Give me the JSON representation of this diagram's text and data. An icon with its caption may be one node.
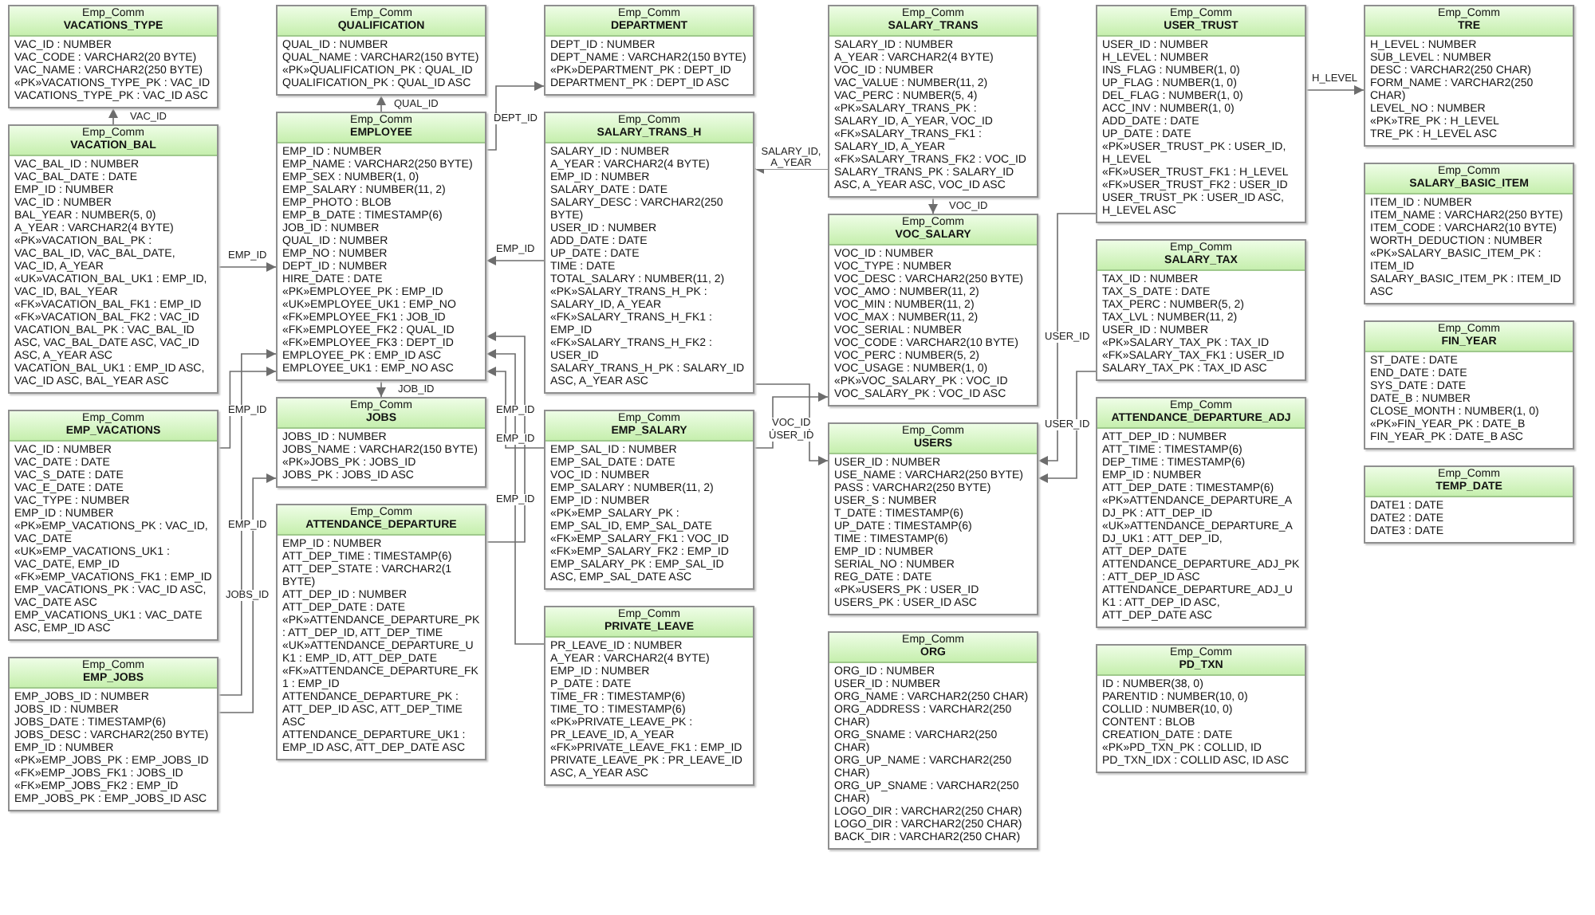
{
  "diagram": {
    "nodes": [
      {
        "text": [
          "Emp_Comm",
          "EMPLOYEE",
          "EMP_ID : NUMBER",
          "EMP_NAME : VARCHAR2(250 BYTE)",
          "EMP_SEX : NUMBER(1, 0)",
          "EMP_SALARY : NUMBER(11, 2)",
          "EMP_PHOTO : BLOB",
          "EMP_B_DATE : TIMESTAMP(6)",
          "JOB_ID : NUMBER",
          "QUAL_ID : NUMBER",
          "EMP_NO : NUMBER",
          "DEPT_ID : NUMBER",
          "HIRE_DATE : DATE",
          "«PK»EMPLOYEE_PK : EMP_ID",
          "«UK»EMPLOYEE_UK1 : EMP_NO",
          "«FK»EMPLOYEE_FK1 : JOB_ID",
          "«FK»EMPLOYEE_FK2 : QUAL_ID",
          "«FK»EMPLOYEE_FK3 : DEPT_ID",
          "EMPLOYEE_PK : EMP_ID ASC",
          "EMPLOYEE_UK1 : EMP_NO ASC"
        ]
      },
      {
        "text": [
          "Emp_Comm",
          "QUALIFICATION",
          "QUAL_ID : NUMBER",
          "QUAL_NAME : VARCHAR2(150 BYTE)",
          "«PK»QUALIFICATION_PK : QUAL_ID",
          "QUALIFICATION_PK : QUAL_ID ASC"
        ]
      },
      {
        "text": [
          "Emp_Comm",
          "EMP_VACATIONS",
          "VAC_ID : NUMBER",
          "VAC_DATE : DATE",
          "VAC_S_DATE : DATE",
          "VAC_E_DATE : DATE",
          "VAC_TYPE : NUMBER",
          "EMP_ID : NUMBER",
          "«PK»EMP_VACATIONS_PK : VAC_ID, VAC_DATE",
          "«UK»EMP_VACATIONS_UK1 : VAC_DATE, EMP_ID",
          "«FK»EMP_VACATIONS_FK1 : EMP_ID",
          "EMP_VACATIONS_PK : VAC_ID ASC, VAC_DATE ASC",
          "EMP_VACATIONS_UK1 : VAC_DATE ASC, EMP_ID ASC"
        ]
      },
      {
        "text": [
          "Emp_Comm",
          "JOBS",
          "JOBS_ID : NUMBER",
          "JOBS_NAME : VARCHAR2(150 BYTE)",
          "«PK»JOBS_PK : JOBS_ID",
          "JOBS_PK : JOBS_ID ASC"
        ]
      },
      {
        "text": [
          "Emp_Comm",
          "DEPARTMENT",
          "DEPT_ID : NUMBER",
          "DEPT_NAME : VARCHAR2(150 BYTE)",
          "«PK»DEPARTMENT_PK : DEPT_ID",
          "DEPARTMENT_PK : DEPT_ID ASC"
        ]
      },
      {
        "text": [
          "Emp_Comm",
          "VACATIONS_TYPE",
          "VAC_ID : NUMBER",
          "VAC_CODE : VARCHAR2(20 BYTE)",
          "VAC_NAME : VARCHAR2(250 BYTE)",
          "«PK»VACATIONS_TYPE_PK : VAC_ID",
          "VACATIONS_TYPE_PK : VAC_ID ASC"
        ]
      },
      {
        "text": [
          "Emp_Comm",
          "VOC_SALARY",
          "VOC_ID : NUMBER",
          "VOC_TYPE : NUMBER",
          "VOC_DESC : VARCHAR2(250 BYTE)",
          "VOC_AMO : NUMBER(11, 2)",
          "VOC_MIN : NUMBER(11, 2)",
          "VOC_MAX : NUMBER(11, 2)",
          "VOC_SERIAL : NUMBER",
          "VOC_CODE : VARCHAR2(10 BYTE)",
          "VOC_PERC : NUMBER(5, 2)",
          "VOC_USAGE : NUMBER(1, 0)",
          "«PK»VOC_SALARY_PK : VOC_ID",
          "VOC_SALARY_PK : VOC_ID ASC"
        ]
      },
      {
        "text": [
          "Emp_Comm",
          "EMP_SALARY",
          "EMP_SAL_ID : NUMBER",
          "EMP_SAL_DATE : DATE",
          "VOC_ID : NUMBER",
          "EMP_SALARY : NUMBER(11, 2)",
          "EMP_ID : NUMBER",
          "«PK»EMP_SALARY_PK : EMP_SAL_ID, EMP_SAL_DATE",
          "«FK»EMP_SALARY_FK1 : VOC_ID",
          "«FK»EMP_SALARY_FK2 : EMP_ID",
          "EMP_SALARY_PK : EMP_SAL_ID ASC, EMP_SAL_DATE ASC"
        ]
      },
      {
        "text": [
          "Emp_Comm",
          "EMP_JOBS",
          "EMP_JOBS_ID : NUMBER",
          "JOBS_ID : NUMBER",
          "JOBS_DATE : TIMESTAMP(6)",
          "JOBS_DESC : VARCHAR2(250 BYTE)",
          "EMP_ID : NUMBER",
          "«PK»EMP_JOBS_PK : EMP_JOBS_ID",
          "«FK»EMP_JOBS_FK1 : JOBS_ID",
          "«FK»EMP_JOBS_FK2 : EMP_ID",
          "EMP_JOBS_PK : EMP_JOBS_ID ASC"
        ]
      },
      {
        "text": [
          "Emp_Comm",
          "SALARY_TRANS",
          "SALARY_ID : NUMBER",
          "A_YEAR : VARCHAR2(4 BYTE)",
          "VOC_ID : NUMBER",
          "VAC_VALUE : NUMBER(11, 2)",
          "VAC_PERC : NUMBER(5, 4)",
          "«PK»SALARY_TRANS_PK : SALARY_ID, A_YEAR, VOC_ID",
          "«FK»SALARY_TRANS_FK1 : SALARY_ID, A_YEAR",
          "«FK»SALARY_TRANS_FK2 : VOC_ID",
          "SALARY_TRANS_PK : SALARY_ID ASC, A_YEAR ASC, VOC_ID ASC"
        ]
      },
      {
        "text": [
          "Emp_Comm",
          "VACATION_BAL",
          "VAC_BAL_ID : NUMBER",
          "VAC_BAL_DATE : DATE",
          "EMP_ID : NUMBER",
          "VAC_ID : NUMBER",
          "BAL_YEAR : NUMBER(5, 0)",
          "A_YEAR : VARCHAR2(4 BYTE)",
          "«PK»VACATION_BAL_PK : VAC_BAL_ID, VAC_BAL_DATE, VAC_ID, A_YEAR",
          "«UK»VACATION_BAL_UK1 : EMP_ID, VAC_ID, BAL_YEAR",
          "«FK»VACATION_BAL_FK1 : EMP_ID",
          "«FK»VACATION_BAL_FK2 : VAC_ID",
          "VACATION_BAL_PK : VAC_BAL_ID ASC, VAC_BAL_DATE ASC, VAC_ID ASC, A_YEAR ASC",
          "VACATION_BAL_UK1 : EMP_ID ASC, VAC_ID ASC, BAL_YEAR ASC"
        ]
      },
      {
        "text": [
          "Emp_Comm",
          "PRIVATE_LEAVE",
          "PR_LEAVE_ID : NUMBER",
          "A_YEAR : VARCHAR2(4 BYTE)",
          "EMP_ID : NUMBER",
          "P_DATE : DATE",
          "TIME_FR : TIMESTAMP(6)",
          "TIME_TO : TIMESTAMP(6)",
          "«PK»PRIVATE_LEAVE_PK : PR_LEAVE_ID, A_YEAR",
          "«FK»PRIVATE_LEAVE_FK1 : EMP_ID",
          "PRIVATE_LEAVE_PK : PR_LEAVE_ID ASC, A_YEAR ASC"
        ]
      },
      {
        "text": [
          "Emp_Comm",
          "ATTENDANCE_DEPARTURE",
          "EMP_ID : NUMBER",
          "ATT_DEP_TIME : TIMESTAMP(6)",
          "ATT_DEP_STATE : VARCHAR2(1 BYTE)",
          "ATT_DEP_ID : NUMBER",
          "ATT_DEP_DATE : DATE",
          "«PK»ATTENDANCE_DEPARTURE_PK : ATT_DEP_ID, ATT_DEP_TIME",
          "«UK»ATTENDANCE_DEPARTURE_UK1 : EMP_ID, ATT_DEP_DATE",
          "«FK»ATTENDANCE_DEPARTURE_FK1 : EMP_ID",
          "ATTENDANCE_DEPARTURE_PK : ATT_DEP_ID ASC, ATT_DEP_TIME ASC",
          "ATTENDANCE_DEPARTURE_UK1 : EMP_ID ASC, ATT_DEP_DATE ASC"
        ]
      },
      {
        "text": [
          "Emp_Comm",
          "SALARY_TRANS_H",
          "SALARY_ID : NUMBER",
          "A_YEAR : VARCHAR2(4 BYTE)",
          "EMP_ID : NUMBER",
          "SALARY_DATE : DATE",
          "SALARY_DESC : VARCHAR2(250 BYTE)",
          "USER_ID : NUMBER",
          "ADD_DATE : DATE",
          "UP_DATE : DATE",
          "TIME : DATE",
          "TOTAL_SALARY : NUMBER(11, 2)",
          "«PK»SALARY_TRANS_H_PK : SALARY_ID, A_YEAR",
          "«FK»SALARY_TRANS_H_FK1 : EMP_ID",
          "«FK»SALARY_TRANS_H_FK2 : USER_ID",
          "SALARY_TRANS_H_PK : SALARY_ID ASC, A_YEAR ASC"
        ]
      },
      {
        "text": [
          "Emp_Comm",
          "USER_TRUST",
          "USER_ID : NUMBER",
          "H_LEVEL : NUMBER",
          "INS_FLAG : NUMBER(1, 0)",
          "UP_FLAG : NUMBER(1, 0)",
          "DEL_FLAG : NUMBER(1, 0)",
          "ACC_INV : NUMBER(1, 0)",
          "ADD_DATE : DATE",
          "UP_DATE : DATE",
          "«PK»USER_TRUST_PK : USER_ID, H_LEVEL",
          "«FK»USER_TRUST_FK1 : H_LEVEL",
          "«FK»USER_TRUST_FK2 : USER_ID",
          "USER_TRUST_PK : USER_ID ASC, H_LEVEL ASC"
        ]
      },
      {
        "text": [
          "Emp_Comm",
          "SALARY_TAX",
          "TAX_ID : NUMBER",
          "TAX_S_DATE : DATE",
          "TAX_PERC : NUMBER(5, 2)",
          "TAX_LVL : NUMBER(11, 2)",
          "USER_ID : NUMBER",
          "«PK»SALARY_TAX_PK : TAX_ID",
          "«FK»SALARY_TAX_FK1 : USER_ID",
          "SALARY_TAX_PK : TAX_ID ASC"
        ]
      },
      {
        "text": [
          "Emp_Comm",
          "ATTENDANCE_DEPARTURE_ADJ",
          "ATT_DEP_ID : NUMBER",
          "ATT_TIME : TIMESTAMP(6)",
          "DEP_TIME : TIMESTAMP(6)",
          "EMP_ID : NUMBER",
          "ATT_DEP_DATE : TIMESTAMP(6)",
          "«PK»ATTENDANCE_DEPARTURE_ADJ_PK : ATT_DEP_ID",
          "«UK»ATTENDANCE_DEPARTURE_ADJ_UK1 : ATT_DEP_ID, ATT_DEP_DATE",
          "ATTENDANCE_DEPARTURE_ADJ_PK : ATT_DEP_ID ASC",
          "ATTENDANCE_DEPARTURE_ADJ_UK1 : ATT_DEP_ID ASC, ATT_DEP_DATE ASC"
        ]
      },
      {
        "text": [
          "Emp_Comm",
          "PD_TXN",
          "ID : NUMBER(38, 0)",
          "PARENTID : NUMBER(10, 0)",
          "COLLID : NUMBER(10, 0)",
          "CONTENT : BLOB",
          "CREATION_DATE : DATE",
          "«PK»PD_TXN_PK : COLLID, ID",
          "PD_TXN_IDX : COLLID ASC, ID ASC"
        ]
      },
      {
        "text": [
          "Emp_Comm",
          "SALARY_BASIC_ITEM",
          "ITEM_ID : NUMBER",
          "ITEM_NAME : VARCHAR2(250 BYTE)",
          "ITEM_CODE : VARCHAR2(10 BYTE)",
          "WORTH_DEDUCTION : NUMBER",
          "«PK»SALARY_BASIC_ITEM_PK : ITEM_ID",
          "SALARY_BASIC_ITEM_PK : ITEM_ID ASC"
        ]
      },
      {
        "text": [
          "Emp_Comm",
          "ORG",
          "ORG_ID : NUMBER",
          "USER_ID : NUMBER",
          "ORG_NAME : VARCHAR2(250 CHAR)",
          "ORG_ADDRESS : VARCHAR2(250 CHAR)",
          "ORG_SNAME : VARCHAR2(250 CHAR)",
          "ORG_UP_NAME : VARCHAR2(250 CHAR)",
          "ORG_UP_SNAME : VARCHAR2(250 CHAR)",
          "LOGO_DIR : VARCHAR2(250 CHAR)",
          "LOGO_DIR : VARCHAR2(250 CHAR)",
          "BACK_DIR : VARCHAR2(250 CHAR)"
        ]
      },
      {
        "text": [
          "Emp_Comm",
          "FIN_YEAR",
          "ST_DATE : DATE",
          "END_DATE : DATE",
          "SYS_DATE : DATE",
          "DATE_B : NUMBER",
          "CLOSE_MONTH : NUMBER(1, 0)",
          "«PK»FIN_YEAR_PK : DATE_B",
          "FIN_YEAR_PK : DATE_B ASC"
        ]
      },
      {
        "text": [
          "Emp_Comm",
          "TEMP_DATE",
          "DATE1 : DATE",
          "DATE2 : DATE",
          "DATE3 : DATE"
        ]
      },
      {
        "text": [
          "Emp_Comm",
          "TRE",
          "H_LEVEL : NUMBER",
          "SUB_LEVEL : NUMBER",
          "DESC : VARCHAR2(250 CHAR)",
          "FORM_NAME : VARCHAR2(250 CHAR)",
          "LEVEL_NO : NUMBER",
          "«PK»TRE_PK : H_LEVEL",
          "TRE_PK : H_LEVEL ASC"
        ]
      },
      {
        "text": [
          "Emp_Comm",
          "USERS",
          "USER_ID : NUMBER",
          "USE_NAME : VARCHAR2(250 BYTE)",
          "PASS : VARCHAR2(250 BYTE)",
          "USER_S : NUMBER",
          "T_DATE : TIMESTAMP(6)",
          "UP_DATE : TIMESTAMP(6)",
          "TIME : TIMESTAMP(6)",
          "EMP_ID : NUMBER",
          "SERIAL_NO : NUMBER",
          "REG_DATE : DATE",
          "«PK»USERS_PK : USER_ID",
          "USERS_PK : USER_ID ASC"
        ]
      }
    ],
    "edges": [
      {
        "from": 0,
        "to": 1,
        "label": "QUAL_ID",
        "arrow": "to"
      },
      {
        "from": 0,
        "to": 3,
        "label": "JOB_ID",
        "arrow": "to"
      },
      {
        "from": 0,
        "to": 4,
        "label": "DEPT_ID",
        "arrow": "to"
      },
      {
        "from": 2,
        "to": 0,
        "label": "EMP_ID",
        "arrow": "to"
      },
      {
        "from": 7,
        "to": 0,
        "label": "EMP_ID",
        "arrow": "to"
      },
      {
        "from": 7,
        "to": 6,
        "label": "VOC_ID",
        "arrow": "to"
      },
      {
        "from": 8,
        "to": 0,
        "label": "EMP_ID",
        "arrow": "to"
      },
      {
        "from": 8,
        "to": 3,
        "label": "JOBS_ID",
        "arrow": "to"
      },
      {
        "from": 10,
        "to": 0,
        "label": "EMP_ID",
        "arrow": "to"
      },
      {
        "from": 10,
        "to": 5,
        "label": "VAC_ID",
        "arrow": "to"
      },
      {
        "from": 9,
        "to": 6,
        "label": "VOC_ID",
        "arrow": "to"
      },
      {
        "from": 9,
        "to": 13,
        "label": "SALARY_ID, A_YEAR",
        "arrow": "to"
      },
      {
        "from": 11,
        "to": 0,
        "label": "EMP_ID",
        "arrow": "to"
      },
      {
        "from": 12,
        "to": 0,
        "label": "EMP_ID",
        "arrow": "to"
      },
      {
        "from": 13,
        "to": 0,
        "label": "EMP_ID",
        "arrow": "to"
      },
      {
        "from": 13,
        "to": 23,
        "label": "USER_ID",
        "arrow": "to"
      },
      {
        "from": 14,
        "to": 22,
        "label": "H_LEVEL",
        "arrow": "to"
      },
      {
        "from": 14,
        "to": 23,
        "label": "USER_ID",
        "arrow": "to"
      },
      {
        "from": 15,
        "to": 23,
        "label": "USER_ID",
        "arrow": "to"
      }
    ]
  }
}
